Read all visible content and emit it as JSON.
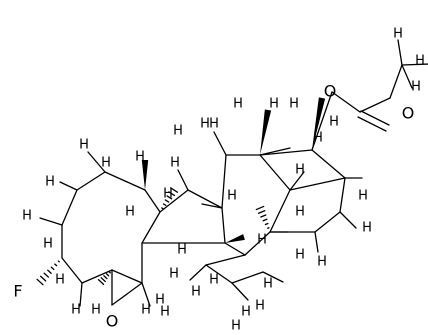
{
  "atoms": {
    "H": "H",
    "O": "O",
    "F": "F"
  },
  "structure": {
    "element_type": "stereo skeletal structure",
    "bond_color": "#000000",
    "background": "#ffffff"
  }
}
